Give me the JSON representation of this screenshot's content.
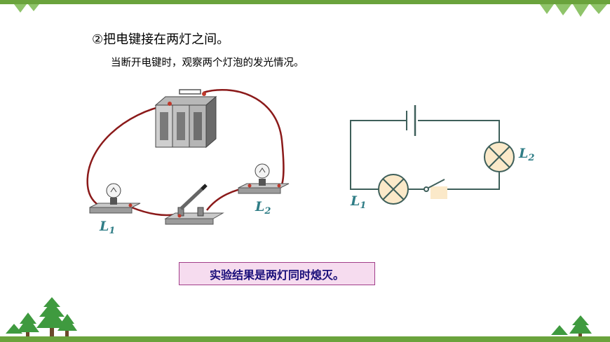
{
  "heading": "②把电键接在两灯之间。",
  "subheading": "当断开电键时，观察两个灯泡的发光情况。",
  "labels": {
    "photo_l1": "L",
    "photo_l1_sub": "1",
    "photo_l2": "L",
    "photo_l2_sub": "2",
    "schem_l1": "L",
    "schem_l1_sub": "1",
    "schem_l2": "L",
    "schem_l2_sub": "2"
  },
  "result_text": "实验结果是两灯同时熄灭。",
  "colors": {
    "accent_green": "#6aa33c",
    "label_teal": "#2f7d86",
    "wire": "#8b1a1a",
    "schematic": "#3e5f5a",
    "result_fill": "#f6dcef",
    "result_border": "#a13d89",
    "result_text": "#1a0f7a"
  },
  "icons": [
    "battery-pack-icon",
    "light-bulb-icon",
    "knife-switch-icon",
    "lamp-symbol-icon",
    "pine-tree-icon"
  ]
}
